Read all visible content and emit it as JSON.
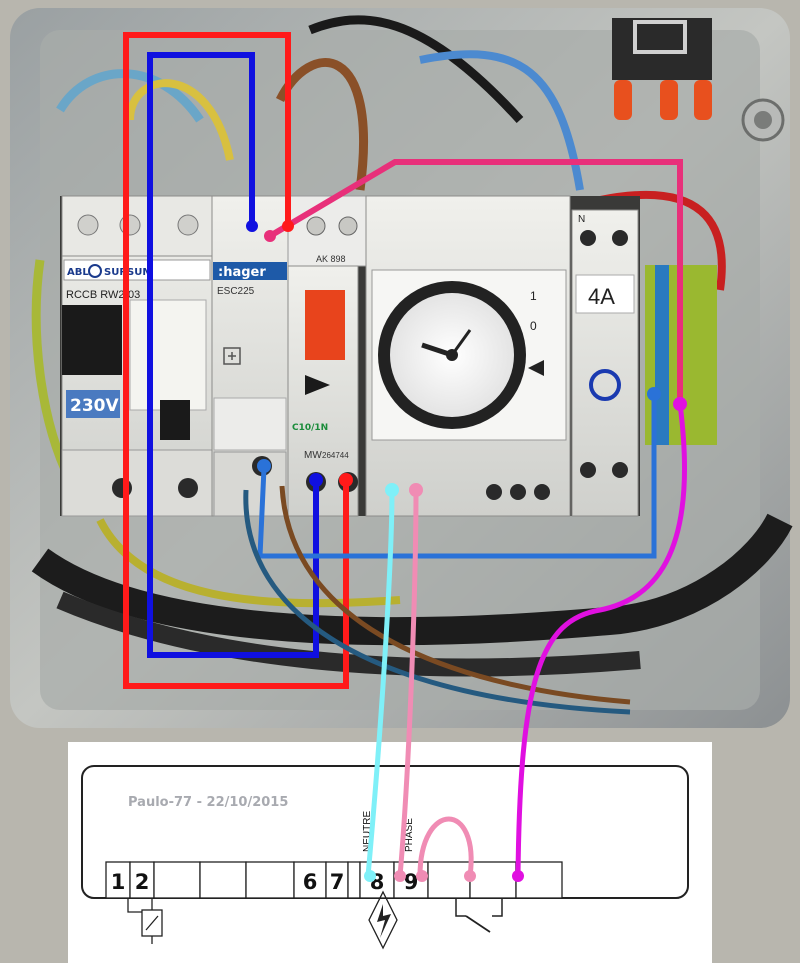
{
  "photo": {
    "abl_label": "ABL",
    "sursum_label": "SURSUM",
    "rccb_label": "RCCB RW2",
    "rccb_label_tail": "03",
    "voltage_label": "230V",
    "brand_label": ":hager",
    "model_label": "ESC225",
    "ak_label": "AK 898",
    "breaker_rating": "C10/1N",
    "mw_label": "MW",
    "mw_code": "264744",
    "fuse_label": "4A",
    "neutral_mark": "N",
    "dial_zero": "0",
    "dial_one": "1"
  },
  "panel": {
    "watermark": "Paulo-77 - 22/10/2015",
    "label_neutre": "NEUTRE",
    "label_phase": "PHASE",
    "terminals": [
      "1",
      "2",
      "",
      "",
      "",
      "6",
      "7",
      "",
      "8",
      "9",
      "",
      "",
      ""
    ]
  },
  "colors": {
    "wire_red": "#ff1a1a",
    "wire_blue": "#1010e0",
    "wire_lightblue": "#2a72d8",
    "wire_pink": "#e8307a",
    "wire_magenta": "#e010e0",
    "wire_cyan": "#7ff0f8",
    "wire_rose": "#f08cb4",
    "wire_brown": "#7a4a22",
    "wire_teal": "#255a80"
  }
}
